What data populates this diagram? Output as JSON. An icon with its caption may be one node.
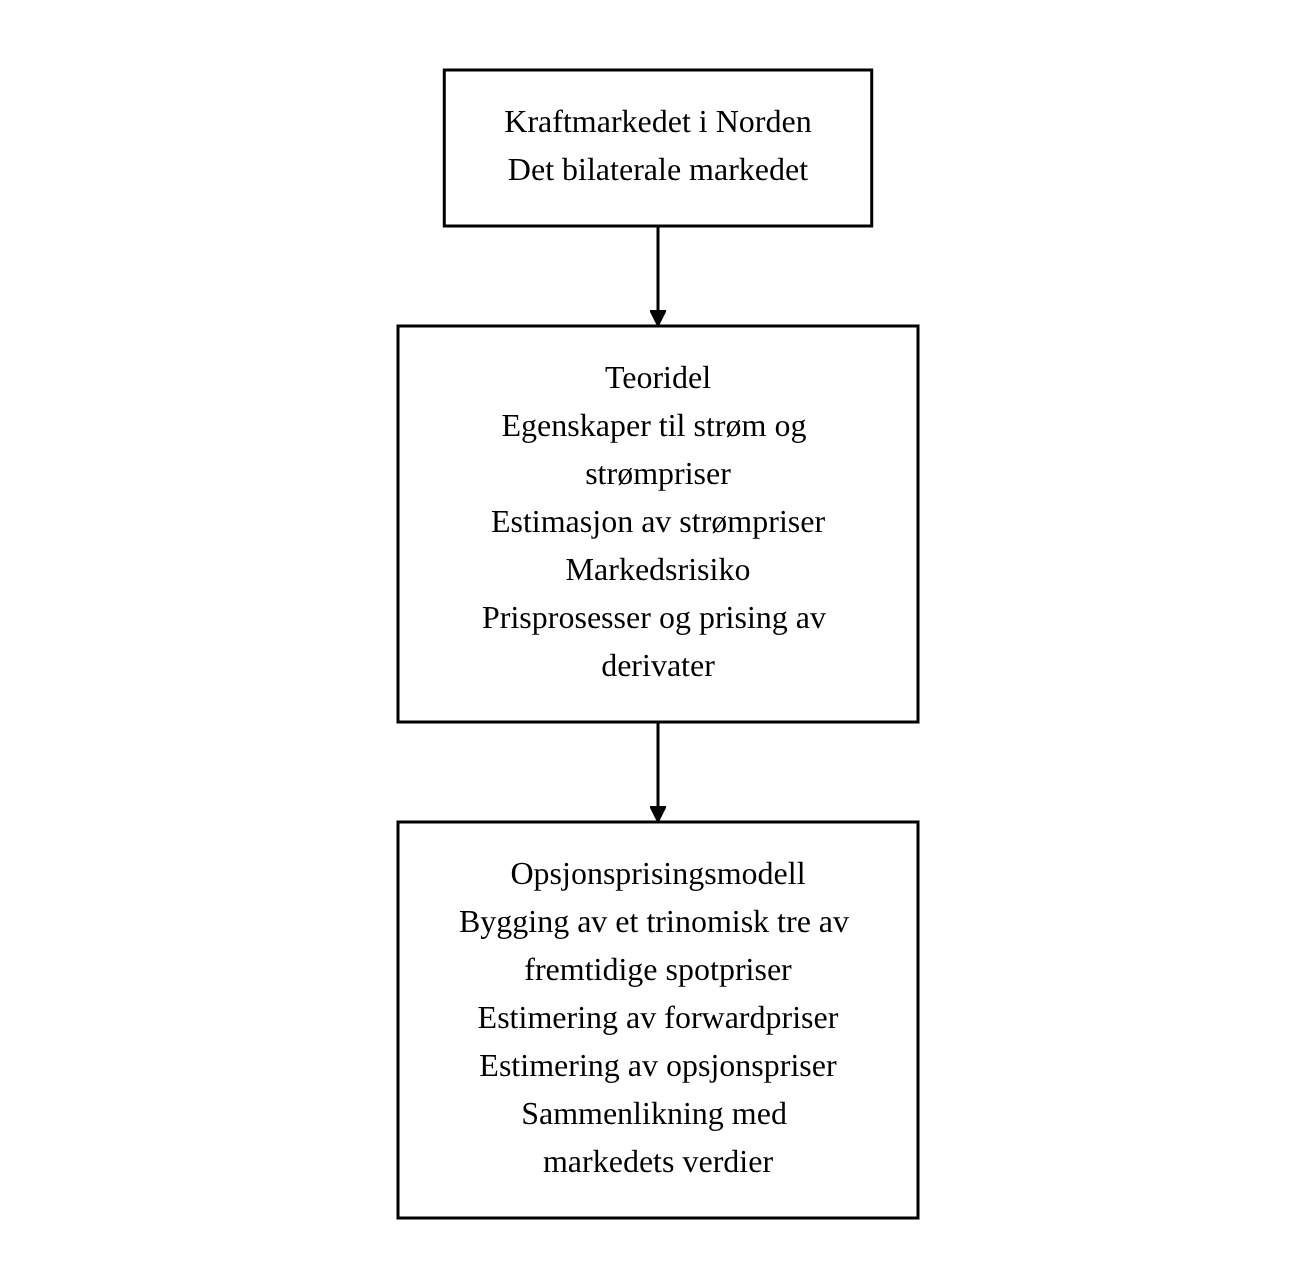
{
  "diagram": {
    "nodes": [
      {
        "text": [
          "Kraftmarkedet i Norden",
          "Det bilaterale markedet"
        ]
      },
      {
        "text": [
          "Teoridel",
          "Egenskaper til strøm og strømpriser",
          "Estimasjon av strømpriser",
          "Markedsrisiko",
          "Prisprosesser og prising av derivater"
        ]
      },
      {
        "text": [
          "Opsjonsprisingsmodell",
          "Bygging av et trinomisk tre av fremtidige spotpriser",
          "Estimering av forwardpriser",
          "Estimering av opsjonspriser",
          "Sammenlikning med markedets verdier"
        ]
      }
    ],
    "edges": [
      {
        "from": 0,
        "to": 1,
        "arrow": "to"
      },
      {
        "from": 1,
        "to": 2,
        "arrow": "to"
      }
    ]
  }
}
